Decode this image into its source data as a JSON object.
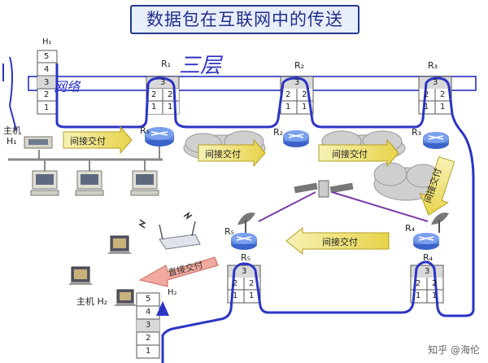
{
  "title": "数据包在互联网中的传送",
  "host1": {
    "label_line1": "主机",
    "label_line2": "H₁",
    "stack_tag": "H₁"
  },
  "host2": {
    "label": "主机 H₂",
    "stack_tag": "H₂"
  },
  "layers_h1": [
    "5",
    "4",
    "3",
    "2",
    "1"
  ],
  "layers_h2": [
    "5",
    "4",
    "3",
    "2",
    "1"
  ],
  "routers": [
    {
      "name": "R₁",
      "tag": "R₁"
    },
    {
      "name": "R₂",
      "tag": "R₂"
    },
    {
      "name": "R₃",
      "tag": "R₃"
    },
    {
      "name": "R₄",
      "tag": "R₄"
    },
    {
      "name": "R₅",
      "tag": "R₅"
    }
  ],
  "router_stack": {
    "top": "3",
    "mid_left": "2",
    "mid_right": "2",
    "bot_left": "1",
    "bot_right": "1"
  },
  "arrows": {
    "indirect1": "间接交付",
    "indirect2": "间接交付",
    "indirect3": "间接交付",
    "indirect4": "间接交付",
    "indirect_vertical": "间接交付",
    "direct": "直接交付"
  },
  "handwriting": {
    "annotation": "三层",
    "left_note": "网络"
  },
  "watermark": "知乎 @海伦"
}
